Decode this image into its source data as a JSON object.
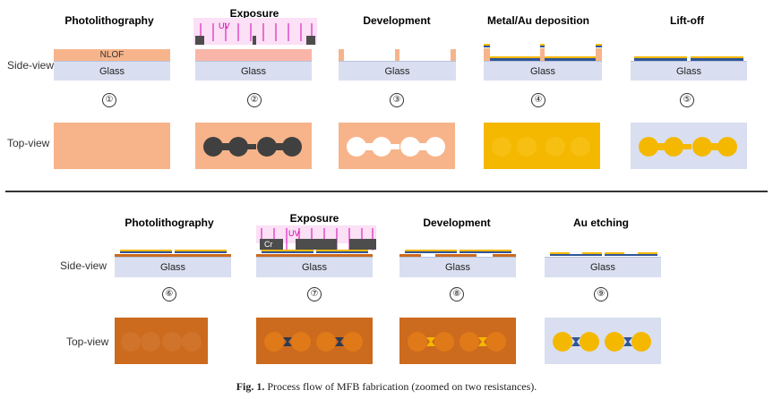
{
  "top_section": {
    "titles": [
      "Photolithography",
      "Exposure",
      "Development",
      "Metal/Au deposition",
      "Lift-off"
    ],
    "side_label": "Side-view",
    "top_label": "Top-view",
    "steps": [
      "①",
      "②",
      "③",
      "④",
      "⑤"
    ],
    "resist_label": "NLOF",
    "uv_label": "UV",
    "glass_label": "Glass"
  },
  "bottom_section": {
    "titles": [
      "Photolithography",
      "Exposure",
      "Development",
      "Au etching"
    ],
    "side_label": "Side-view",
    "top_label": "Top-view",
    "steps": [
      "⑥",
      "⑦",
      "⑧",
      "⑨"
    ],
    "uv_label": "UV",
    "mask_label": "Cr",
    "glass_label": "Glass"
  },
  "caption": {
    "fig": "Fig. 1.",
    "text": "Process flow of MFB fabrication (zoomed on two resistances)."
  },
  "colors": {
    "glass": "#d9dff0",
    "nlof_resist": "#f7b48b",
    "dark_resist": "#cc6a1e",
    "gold": "#f5b800",
    "chrome_mask": "#4d4d4d",
    "uv": "#d400b0",
    "blue_metal": "#2f5597"
  }
}
